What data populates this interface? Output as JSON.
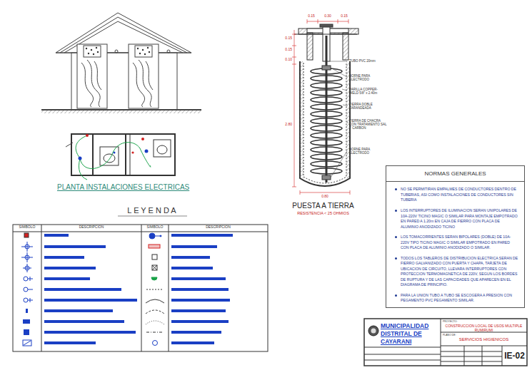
{
  "diagram": {
    "nodes": [
      {
        "text": [
          "NORMAS GENERALES",
          "NO SE PERMITIRAN EMPALMES DE CONDUCTORES DENTRO DE TUBERIAS, ASI COMO INSTALACIONES DE CONDUCTORES SIN TUBERIA",
          "LOS INTERRUPTORES DE ILUMINACION SERAN UNIPOLARES DE 10A-220V TICINO MAGIC O SIMILAR PARA MONTAJE EMPOTRADO EN PARED A 1.20m EN CAJA DE FIERRO CON PLACA DE ALUMINIO ANODIZADO TICINO",
          "LOS TOMACORRIENTES SERAN BIPOLARES (DOBLE) DE 10A-220V TIPO TICINO MAGIC O SIMILAR EMPOTRADO EN PARED CON PLACA DE ALUMINIO ANODIZADO O SIMILAR.",
          "TODOS LOS TABLEROS DE DISTRIBUCION ELECTRICA SERAN DE FIERRO GALVANIZADO CON PUERTA Y CHAPA, TARJETA DE UBICACION DE CIRCUITO, LLEVARA INTERRUPTORES CON PROTECCION TERMOMAGNETICA DE 220V, SEGUN LOS BORDES DE RUPTURA Y DE LAS CAPACIDADES QUE APARECEN EN EL DIAGRAMA DE PRINCIPIO.",
          "PARA LA UNION TUBO A TUBO SE ESCOGERA A PRESION CON PEGAMENTO PVC PEGAMENTO SIMILAR."
        ]
      },
      {
        "text": [
          "MUNICIPALIDAD DISTRITAL DE CAYARANI"
        ]
      },
      {
        "text": [
          "PROYECTO:",
          "CONSTRUCCION LOCAL DE USOS MULTIPLE RUMIRUMI"
        ]
      },
      {
        "text": [
          "PLANO DE:",
          "SERVICIOS HIGIENICOS"
        ]
      },
      {
        "text": [
          "IE-02"
        ]
      }
    ],
    "labels": [
      "PLANTA INSTALACIONES ELECTRICAS",
      "L E Y E N D A",
      "SIMBOLO",
      "DESCRIPCION",
      "SIMBOLO",
      "DESCRIPCION",
      "PUESTA A TIERRA",
      "RESISTENCIA < 25 OHMIOS",
      "0.15",
      "0.30",
      "0.15",
      "0.15",
      "0.15",
      "0.10",
      "2.80",
      "0.80",
      "TUBO PVC 20mm",
      "BORNE PARA ELECTRODO",
      "VARILLA COPPER-WELD 5/8\" x 2.40m",
      "TIERRA DOBLE ZARANDEADA",
      "TIERRA DE CHACRA CON TRATAMIENTO SAL Y CARBON",
      "BORNE PARA ELECTRODO"
    ]
  }
}
